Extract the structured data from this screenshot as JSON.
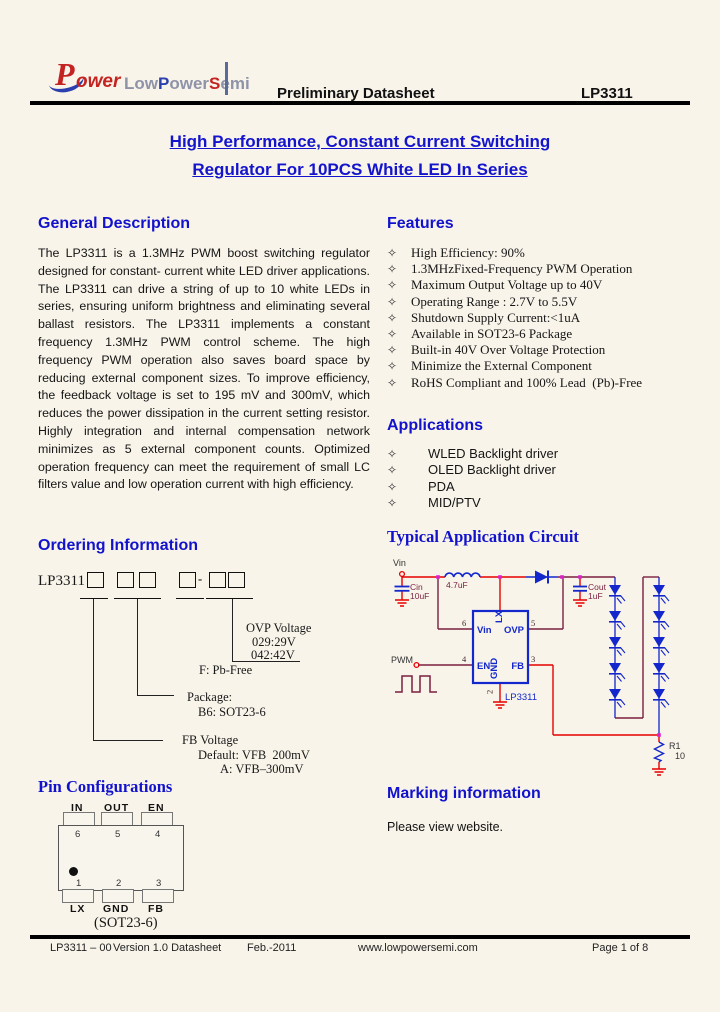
{
  "header": {
    "logo": {
      "p": "P",
      "ower": "ower",
      "brand": [
        {
          "text": "Low",
          "color": "#8f93a8"
        },
        {
          "text": "P",
          "color": "#2b3faf"
        },
        {
          "text": "ower",
          "color": "#8f93a8"
        },
        {
          "text": "S",
          "color": "#c42421"
        },
        {
          "text": "emi",
          "color": "#8f93a8"
        }
      ]
    },
    "center_title": "Preliminary Datasheet",
    "part_number": "LP3311"
  },
  "title": {
    "line1": "High Performance, Constant Current Switching",
    "line2": "Regulator For 10PCS White LED In Series",
    "color": "#1414cc"
  },
  "general_description": {
    "heading": "General Description",
    "body": "The LP3311 is a 1.3MHz PWM boost switching regulator designed for constant- current white LED driver applications. The LP3311 can drive a string of up to 10 white LEDs in series, ensuring uniform brightness and eliminating several ballast resistors. The LP3311 implements a constant frequency 1.3MHz PWM control scheme. The high frequency PWM operation also saves board space by reducing external component sizes. To improve efficiency, the feedback voltage is set to 195 mV and 300mV, which reduces the power dissipation in the current setting resistor. Highly integration and internal compensation network minimizes as 5 external component counts. Optimized operation frequency can meet the requirement of small LC filters value and low operation current with high efficiency."
  },
  "features": {
    "heading": "Features",
    "bullet_char": "✧",
    "items": [
      "High Efficiency: 90%",
      "1.3MHzFixed-Frequency PWM Operation",
      "Maximum Output Voltage up to 40V",
      "Operating Range : 2.7V to 5.5V",
      "Shutdown Supply Current:<1uA",
      "Available in SOT23-6 Package",
      "Built-in 40V Over Voltage Protection",
      "Minimize the External Component",
      "RoHS Compliant and 100% Lead  (Pb)-Free"
    ]
  },
  "applications": {
    "heading": "Applications",
    "bullet_char": "✧",
    "items": [
      "WLED Backlight driver",
      "OLED Backlight driver",
      "PDA",
      "MID/PTV"
    ]
  },
  "ordering": {
    "heading": "Ordering Information",
    "part_prefix": "LP3311",
    "separator": "-",
    "ovp_title": "OVP Voltage",
    "ovp_opt1": "029:29V",
    "ovp_opt2": "042:42V",
    "pbfree_label": "F: Pb-Free",
    "package_title": "Package:",
    "package_opt": "B6: SOT23-6",
    "fb_title": "FB Voltage",
    "fb_default": "Default: VFB  200mV",
    "fb_alt": "A: VFB–300mV"
  },
  "circuit": {
    "heading": "Typical Application Circuit",
    "vin_label": "Vin",
    "pwm_label": "PWM",
    "cin_name": "Cin",
    "cin_value": "10uF",
    "inductor_value": "4.7uF",
    "cout_name": "Cout",
    "cout_value": "1uF",
    "ic": {
      "name": "LP3311",
      "pin_vin": "Vin",
      "pin_lx": "LX",
      "pin_ovp": "OVP",
      "pin_en": "EN",
      "pin_gnd": "GND",
      "pin_fb": "FB",
      "num_vin": "6",
      "num_ovp": "5",
      "num_en": "4",
      "num_gnd": "2",
      "num_fb": "3"
    },
    "r1_name": "R1",
    "r1_value": "10",
    "wire_colors": {
      "red": "#e60000",
      "maroon": "#7a1f3f",
      "blue": "#1327cc",
      "junction": "#dd22cc"
    }
  },
  "pin_config": {
    "heading": "Pin Configurations",
    "package_label": "(SOT23-6)",
    "top_pins": [
      {
        "label": "IN",
        "num": "6"
      },
      {
        "label": "OUT",
        "num": "5"
      },
      {
        "label": "EN",
        "num": "4"
      }
    ],
    "bottom_pins": [
      {
        "label": "LX",
        "num": "1"
      },
      {
        "label": "GND",
        "num": "2"
      },
      {
        "label": "FB",
        "num": "3"
      }
    ]
  },
  "marking": {
    "heading": "Marking information",
    "body": "Please view website."
  },
  "footer": {
    "doc_id": "LP3311 – 00",
    "version": "Version 1.0 Datasheet",
    "date": "Feb.-2011",
    "website": "www.lowpowersemi.com",
    "page": "Page 1 of 8"
  }
}
